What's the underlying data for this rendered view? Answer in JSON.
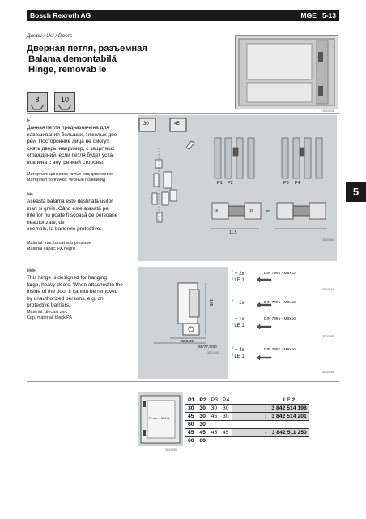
{
  "header": {
    "company": "Bosch Rexroth AG",
    "section": "MGE",
    "page": "5-13"
  },
  "breadcrumb": "Двери / Usi / Doors",
  "title": [
    "Дверная петля, разъемная",
    "Balama demontabilă",
    "Hinge, removab le"
  ],
  "profile_sizes": [
    "8",
    "10"
  ],
  "chapter_tab": "5",
  "arrows": [
    "▶",
    "▶▶",
    "▶▶▶"
  ],
  "ru_text": [
    "Данная петля предназначена для",
    "навешивания больших, тяжелых две-",
    "рей. Посторонние лица не смогут",
    "снять дверь, например, с защитных",
    "ограждений, если петля будет уста-",
    "новлена с внутренней стороны."
  ],
  "ru_material": [
    "Материал: цинковое литье под давлением",
    "Материал колпачка: черный полиамид"
  ],
  "ro_text": [
    "Această balama este destinată usilor",
    "mari si grele. Când este atasată pe",
    "interior nu poate fi scoasă de persoane",
    "neautorizate, de",
    "exemplu, la barierele protective."
  ],
  "ro_material": [
    "Material: zinc turnat sub presiune",
    "Material capac: PA negru"
  ],
  "en_text": [
    "This hinge is designed for hanging",
    "large, heavy doors. When attached to the",
    "inside of the door it cannot be removed",
    "by unauthorized persons, e.g. on",
    "protective barriers."
  ],
  "en_material": [
    "Material: diecast zinc",
    "Cap. material: black PA"
  ],
  "drawing1": {
    "sizes": [
      "30",
      "45"
    ],
    "marks": [
      "P1",
      "P2",
      "P3",
      "P4"
    ],
    "dims": [
      "11,5",
      "18",
      "80",
      "15"
    ],
    "code": "3D10984"
  },
  "drawing2": {
    "dims": [
      "32,5/45",
      "65/77,5/90",
      "105"
    ],
    "code": "3D10983",
    "fasteners": [
      {
        "mark": "1",
        "qty": "+ 2x",
        "le": "/ LE 1",
        "din": "DIN 7991 - M8x12",
        "code": "3D10982"
      },
      {
        "mark": "2",
        "qty": "+ 1x",
        "le": "",
        "din": "DIN 7991 - M8x12",
        "code": ""
      },
      {
        "mark": "",
        "qty": "+ 1x",
        "le": "/ LE 1",
        "din": "DIN 7991 - M8x16",
        "code": "3D10988"
      },
      {
        "mark": "4",
        "qty": "+ 4x",
        "le": "/ LE 1",
        "din": "DIN 7991 - M8x16",
        "code": "3D10889"
      }
    ]
  },
  "drawing3": {
    "label": "P max = 500 N",
    "code": "3D10990"
  },
  "table": {
    "headers": [
      "P1",
      "P2",
      "P3",
      "P4",
      "LE 2"
    ],
    "rows": [
      {
        "p1": "30",
        "p2": "30",
        "p3": "30",
        "p4": "30",
        "mark": "1",
        "partno": "3 842 514 198"
      },
      {
        "p1": "45",
        "p2": "30",
        "p3": "45",
        "p4": "30",
        "mark": "2",
        "partno": "3 842 514 201"
      },
      {
        "p1": "60",
        "p2": "30",
        "p3": "",
        "p4": "",
        "mark": "",
        "partno": ""
      },
      {
        "p1": "45",
        "p2": "45",
        "p3": "45",
        "p4": "45",
        "mark": "4",
        "partno": "3 842 511 250"
      },
      {
        "p1": "60",
        "p2": "60",
        "p3": "",
        "p4": "",
        "mark": "",
        "partno": ""
      }
    ]
  },
  "photo_code": "3D10903"
}
